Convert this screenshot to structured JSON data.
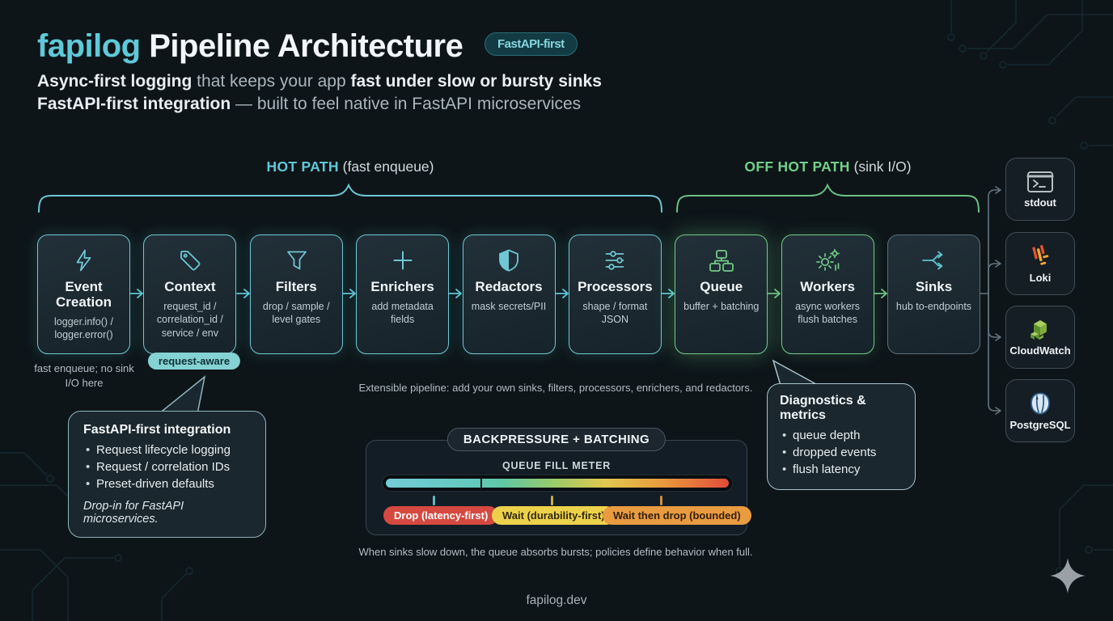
{
  "header": {
    "brand": "fapilog",
    "title": "Pipeline Architecture",
    "badge": "FastAPI-first",
    "tagline1": {
      "bold1": "Async-first logging",
      "mid": " that keeps your app ",
      "bold2": "fast under slow or bursty sinks"
    },
    "tagline2": {
      "bold": "FastAPI-first integration",
      "rest": " — built to feel native in FastAPI microservices"
    }
  },
  "paths": {
    "hot": {
      "label": "HOT PATH",
      "sub": " (fast enqueue)"
    },
    "off": {
      "label": "OFF HOT PATH",
      "sub": " (sink I/O)"
    }
  },
  "stages": [
    {
      "icon": "lightning-icon",
      "title": "Event Creation",
      "desc": "logger.info() / logger.error()"
    },
    {
      "icon": "tag-icon",
      "title": "Context",
      "desc": "request_id / correlation_id / service / env"
    },
    {
      "icon": "funnel-icon",
      "title": "Filters",
      "desc": "drop / sample / level gates"
    },
    {
      "icon": "plus-icon",
      "title": "Enrichers",
      "desc": "add metadata fields"
    },
    {
      "icon": "shield-icon",
      "title": "Redactors",
      "desc": "mask secrets/PII"
    },
    {
      "icon": "sliders-icon",
      "title": "Processors",
      "desc": "shape / format JSON"
    },
    {
      "icon": "queue-icon",
      "title": "Queue",
      "desc": "buffer + batching"
    },
    {
      "icon": "workers-gear-icon",
      "title": "Workers",
      "desc": "async workers flush batches"
    },
    {
      "icon": "split-arrows-icon",
      "title": "Sinks",
      "desc": "hub to-endpoints"
    }
  ],
  "notes": {
    "under_event": "fast enqueue; no sink I/O here",
    "request_aware": "request-aware",
    "extensible": "Extensible pipeline: add your own sinks, filters, processors, enrichers, and redactors.",
    "queue_caption": "When sinks slow down, the queue absorbs bursts; policies define behavior when full."
  },
  "callouts": {
    "fastapi": {
      "title": "FastAPI-first integration",
      "bullets": [
        "Request lifecycle logging",
        "Request / correlation IDs",
        "Preset-driven defaults"
      ],
      "footnote": "Drop-in for FastAPI microservices."
    },
    "diagnostics": {
      "title": "Diagnostics & metrics",
      "bullets": [
        "queue depth",
        "dropped events",
        "flush latency"
      ]
    }
  },
  "backpressure": {
    "pill": "BACKPRESSURE + BATCHING",
    "meter_label": "QUEUE FILL METER",
    "policies": [
      {
        "label": "Drop (latency-first)",
        "color": "#d64940"
      },
      {
        "label": "Wait (durability-first)",
        "color": "#ecd24b"
      },
      {
        "label": "Wait then drop (bounded)",
        "color": "#e99b40"
      }
    ]
  },
  "endpoints": [
    {
      "icon": "terminal-icon",
      "name": "stdout"
    },
    {
      "icon": "loki-logo",
      "name": "Loki"
    },
    {
      "icon": "cloudwatch-logo",
      "name": "CloudWatch"
    },
    {
      "icon": "postgresql-logo",
      "name": "PostgreSQL"
    }
  ],
  "footer": {
    "site": "fapilog.dev"
  },
  "colors": {
    "teal": "#5fc9d8",
    "green": "#74ca89",
    "red": "#d64940",
    "yellow": "#ecd24b",
    "orange": "#e99b40"
  }
}
